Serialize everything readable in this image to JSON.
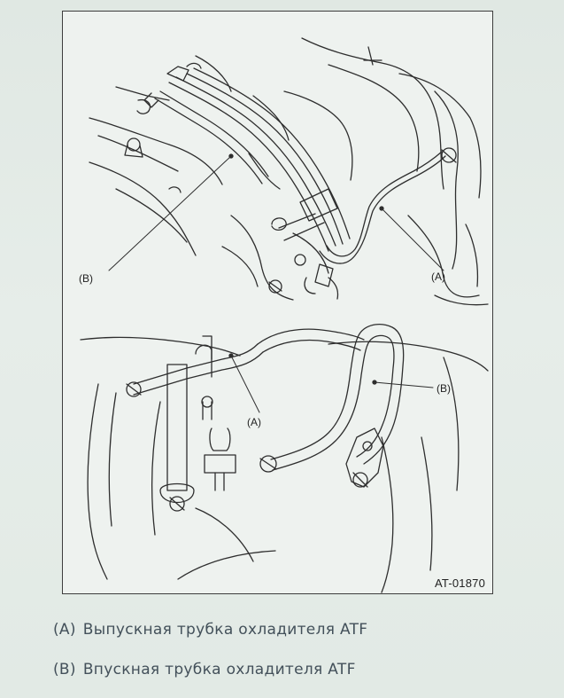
{
  "figure": {
    "id": "AT-01870",
    "top_callouts": {
      "a": "(A)",
      "b": "(B)"
    },
    "bottom_callouts": {
      "a": "(A)",
      "b": "(B)"
    }
  },
  "legend": [
    {
      "key": "(A)",
      "text": "Выпускная трубка охладителя ATF"
    },
    {
      "key": "(B)",
      "text": "Впускная трубка охладителя ATF"
    }
  ]
}
